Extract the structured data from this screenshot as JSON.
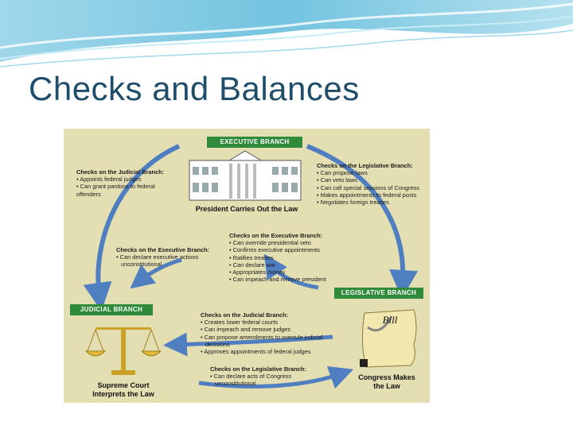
{
  "slide": {
    "title": "Checks and Balances"
  },
  "diagram": {
    "executive": {
      "banner": "EXECUTIVE BRANCH",
      "caption": "President Carries Out the Law"
    },
    "legislative": {
      "banner": "LEGISLATIVE BRANCH",
      "caption_line1": "Congress Makes",
      "caption_line2": "the Law",
      "bill_label": "Bill"
    },
    "judicial": {
      "banner": "JUDICIAL BRANCH",
      "caption_line1": "Supreme Court",
      "caption_line2": "Interprets the Law"
    },
    "exec_on_judicial": {
      "header": "Checks on the Judicial Branch:",
      "items": [
        "Appoints federal judges",
        "Can grant pardons to federal",
        "offenders"
      ]
    },
    "exec_on_legislative": {
      "header": "Checks on the Legislative Branch:",
      "items": [
        "Can propose laws",
        "Can veto laws",
        "Can call special sessions of Congress",
        "Makes appointments to federal posts",
        "Negotiates foreign treaties"
      ]
    },
    "judicial_on_executive": {
      "header": "Checks on the Executive Branch:",
      "items": [
        "Can declare executive actions",
        "unconstitutional"
      ]
    },
    "legislative_on_executive": {
      "header": "Checks on the Executive Branch:",
      "items": [
        "Can override presidential veto",
        "Confirms executive appointments",
        "Ratifies treaties",
        "Can declare war",
        "Appropriates money",
        "Can impeach and remove president"
      ]
    },
    "legislative_on_judicial": {
      "header": "Checks on the Judicial Branch:",
      "items": [
        "Creates lower federal courts",
        "Can impeach and remove judges",
        "Can propose amendments to overrule judicial",
        "decisions",
        "Approves appointments of federal judges"
      ]
    },
    "judicial_on_legislative": {
      "header": "Checks on the Legislative Branch:",
      "items": [
        "Can declare acts of Congress",
        "unconstitutional"
      ]
    },
    "colors": {
      "background": "#e4dfb3",
      "banner_green": "#2f8a3a",
      "arrow_blue": "#4f7fc0",
      "title_blue": "#1f4e6b"
    }
  }
}
